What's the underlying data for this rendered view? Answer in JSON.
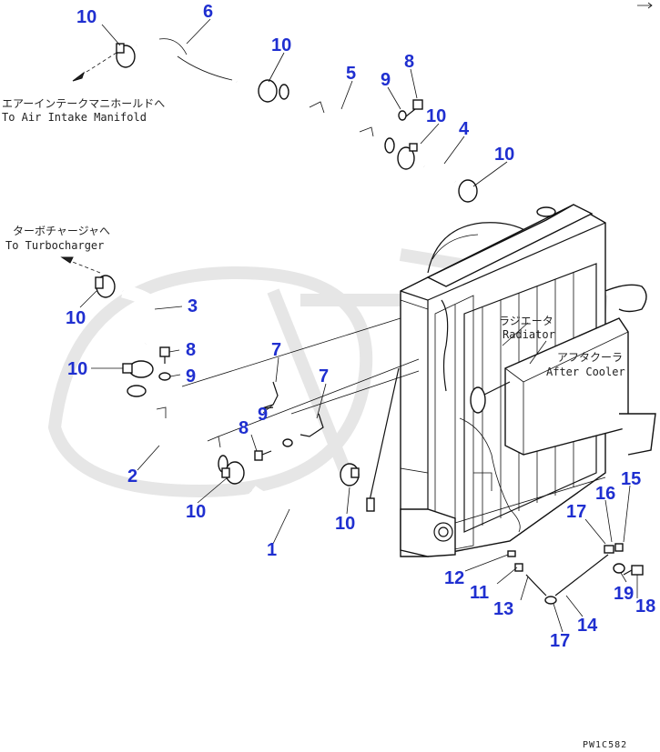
{
  "labels": {
    "intake_jp": "エアーインテークマニホールドへ",
    "intake_en": "To Air Intake Manifold",
    "turbo_jp": "ターボチャージャへ",
    "turbo_en": "To Turbocharger",
    "radiator_jp": "ラジエータ",
    "radiator_en": "Radiator",
    "aftercooler_jp": "アフタクーラ",
    "aftercooler_en": "After Cooler"
  },
  "drawing_code": "PW1C582",
  "callouts": [
    {
      "id": "c1",
      "text": "10"
    },
    {
      "id": "c2",
      "text": "6"
    },
    {
      "id": "c3",
      "text": "10"
    },
    {
      "id": "c4",
      "text": "5"
    },
    {
      "id": "c5",
      "text": "9"
    },
    {
      "id": "c6",
      "text": "8"
    },
    {
      "id": "c7",
      "text": "10"
    },
    {
      "id": "c8",
      "text": "4"
    },
    {
      "id": "c9",
      "text": "10"
    },
    {
      "id": "c10",
      "text": "10"
    },
    {
      "id": "c11",
      "text": "3"
    },
    {
      "id": "c12",
      "text": "8"
    },
    {
      "id": "c13",
      "text": "10"
    },
    {
      "id": "c14",
      "text": "9"
    },
    {
      "id": "c15",
      "text": "7"
    },
    {
      "id": "c16",
      "text": "9"
    },
    {
      "id": "c17",
      "text": "7"
    },
    {
      "id": "c18",
      "text": "8"
    },
    {
      "id": "c19",
      "text": "2"
    },
    {
      "id": "c20",
      "text": "10"
    },
    {
      "id": "c21",
      "text": "1"
    },
    {
      "id": "c22",
      "text": "10"
    },
    {
      "id": "c23",
      "text": "15"
    },
    {
      "id": "c24",
      "text": "16"
    },
    {
      "id": "c25",
      "text": "17"
    },
    {
      "id": "c26",
      "text": "12"
    },
    {
      "id": "c27",
      "text": "11"
    },
    {
      "id": "c28",
      "text": "13"
    },
    {
      "id": "c29",
      "text": "19"
    },
    {
      "id": "c30",
      "text": "18"
    },
    {
      "id": "c31",
      "text": "14"
    },
    {
      "id": "c32",
      "text": "17"
    }
  ]
}
